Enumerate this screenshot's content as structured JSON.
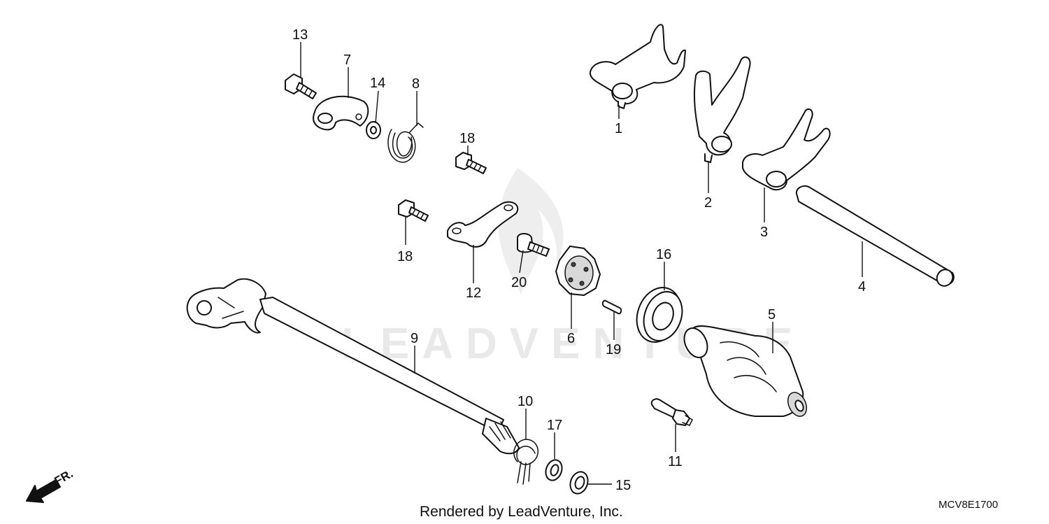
{
  "watermark": "LEADVENTURE",
  "credit": "Rendered by LeadVenture, Inc.",
  "diagram_code": "MCV8E1700",
  "direction_label": "FR.",
  "callouts": [
    "1",
    "2",
    "3",
    "4",
    "5",
    "6",
    "7",
    "8",
    "9",
    "10",
    "11",
    "12",
    "13",
    "14",
    "15",
    "16",
    "17",
    "18",
    "18",
    "19",
    "20"
  ]
}
